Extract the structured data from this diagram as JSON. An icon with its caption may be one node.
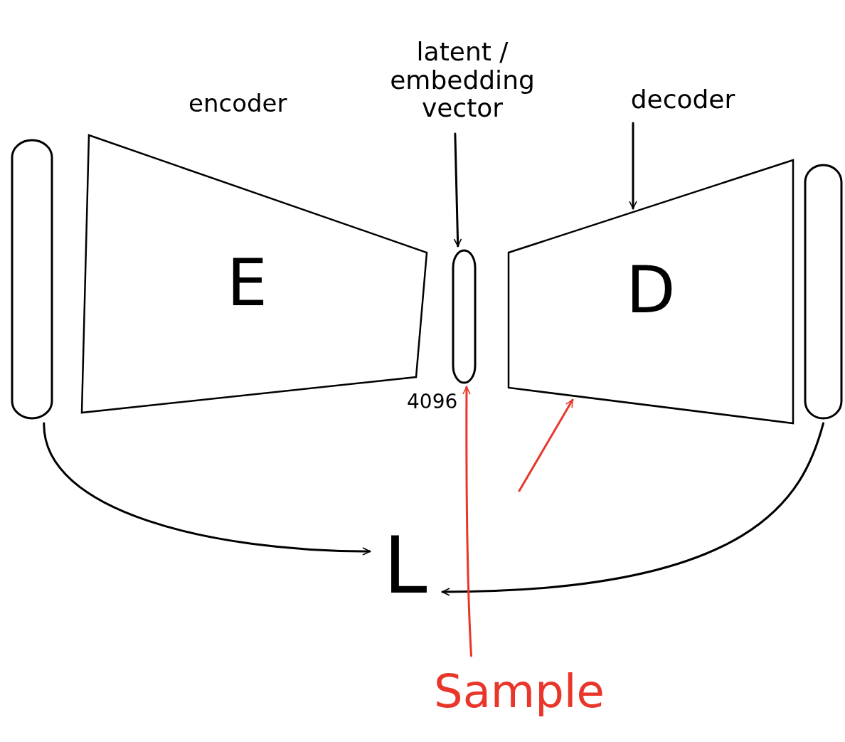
{
  "diagram": {
    "nodes": [
      {
        "text": [],
        "shape": "bar"
      },
      {
        "text": [
          "E"
        ],
        "beside": [
          "encoder"
        ]
      },
      {
        "text": [
          "latent / embedding vector"
        ]
      },
      {
        "text": [],
        "shape": "bar"
      },
      {
        "text": [
          "decoder"
        ]
      },
      {
        "text": [
          "D"
        ]
      },
      {
        "text": [],
        "shape": "bar"
      },
      {
        "text": [
          "L"
        ]
      },
      {
        "text": [
          "Sample"
        ]
      }
    ],
    "edges": [
      {
        "from": 0,
        "to": 7,
        "arrow": "to"
      },
      {
        "from": 6,
        "to": 7,
        "arrow": "to"
      },
      {
        "from": 2,
        "to": 3,
        "arrow": "to"
      },
      {
        "from": 4,
        "to": 5,
        "arrow": "to"
      },
      {
        "from": 8,
        "to": 3,
        "arrow": "to",
        "color": "#e8372a"
      },
      {
        "from": null,
        "to": 5,
        "arrow": "to",
        "color": "#e8372a"
      }
    ],
    "labels": [
      "4096"
    ]
  }
}
